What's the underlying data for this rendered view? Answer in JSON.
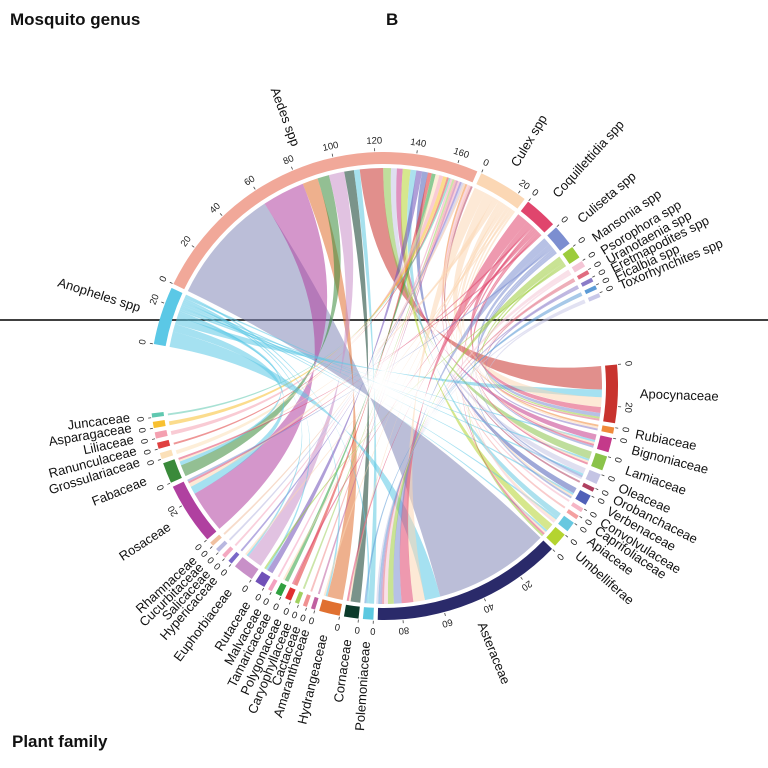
{
  "titles": {
    "top": "Mosquito genus",
    "panel": "B",
    "bottom": "Plant family"
  },
  "chart_data": {
    "type": "chord",
    "groups": [
      {
        "name": "Anopheles spp",
        "set": "mosquito",
        "total": 28,
        "color": "#5bc8e6",
        "ticks": [
          0,
          20
        ]
      },
      {
        "name": "Aedes spp",
        "set": "mosquito",
        "total": 170,
        "color": "#f1a899",
        "ticks": [
          0,
          20,
          40,
          60,
          80,
          100,
          120,
          140,
          160
        ]
      },
      {
        "name": "Culex spp",
        "set": "mosquito",
        "total": 24,
        "color": "#fbd7b4",
        "ticks": [
          0,
          20
        ]
      },
      {
        "name": "Coquillettidia spp",
        "set": "mosquito",
        "total": 16,
        "color": "#e0456d",
        "ticks": [
          0
        ]
      },
      {
        "name": "Culiseta spp",
        "set": "mosquito",
        "total": 10,
        "color": "#7c8ed0",
        "ticks": [
          0
        ]
      },
      {
        "name": "Mansonia spp",
        "set": "mosquito",
        "total": 6,
        "color": "#9ccc3c",
        "ticks": [
          0
        ]
      },
      {
        "name": "Psorophora spp",
        "set": "mosquito",
        "total": 3,
        "color": "#f4c6d6",
        "ticks": [
          0
        ]
      },
      {
        "name": "Uranotaenia spp",
        "set": "mosquito",
        "total": 2,
        "color": "#e06c80",
        "ticks": [
          0
        ]
      },
      {
        "name": "Eretmapodites spp",
        "set": "mosquito",
        "total": 2,
        "color": "#8a7cc8",
        "ticks": [
          0
        ]
      },
      {
        "name": "Ficalbia spp",
        "set": "mosquito",
        "total": 2,
        "color": "#5c9bd6",
        "ticks": [
          0
        ]
      },
      {
        "name": "Toxorhynchites spp",
        "set": "mosquito",
        "total": 2,
        "color": "#c8c8e8",
        "ticks": [
          0
        ]
      },
      {
        "name": "Apocynaceae",
        "set": "plant",
        "total": 28,
        "color": "#c8332e",
        "ticks": [
          0,
          20
        ]
      },
      {
        "name": "Rubiaceae",
        "set": "plant",
        "total": 3,
        "color": "#f08a3a",
        "ticks": [
          0
        ]
      },
      {
        "name": "Bignoniaceae",
        "set": "plant",
        "total": 7,
        "color": "#c43a8a",
        "ticks": [
          0
        ]
      },
      {
        "name": "Lamiaceae",
        "set": "plant",
        "total": 7,
        "color": "#8bc34a",
        "ticks": [
          0
        ]
      },
      {
        "name": "Oleaceae",
        "set": "plant",
        "total": 5,
        "color": "#c4c4e4",
        "ticks": [
          0
        ]
      },
      {
        "name": "Orobanchaceae",
        "set": "plant",
        "total": 2,
        "color": "#b04060",
        "ticks": [
          0
        ]
      },
      {
        "name": "Verbenaceae",
        "set": "plant",
        "total": 5,
        "color": "#5060b8",
        "ticks": [
          0
        ]
      },
      {
        "name": "Convolvulaceae",
        "set": "plant",
        "total": 2,
        "color": "#f6b6c6",
        "ticks": [
          0
        ]
      },
      {
        "name": "Caprifoliaceae",
        "set": "plant",
        "total": 2,
        "color": "#f4a0a0",
        "ticks": [
          0
        ]
      },
      {
        "name": "Apiaceae",
        "set": "plant",
        "total": 5,
        "color": "#67c8e0",
        "ticks": [
          0
        ]
      },
      {
        "name": "Umbelliferae",
        "set": "plant",
        "total": 7,
        "color": "#b4d430",
        "ticks": [
          0
        ]
      },
      {
        "name": "Asteraceae",
        "set": "plant",
        "total": 92,
        "color": "#2a2a6a",
        "ticks": [
          0,
          20,
          40,
          60,
          80
        ]
      },
      {
        "name": "Polemoniaceae",
        "set": "plant",
        "total": 5,
        "color": "#5cc8e0",
        "ticks": [
          0
        ]
      },
      {
        "name": "Cornaceae",
        "set": "plant",
        "total": 7,
        "color": "#0c3a2a",
        "ticks": [
          0
        ]
      },
      {
        "name": "Hydrangeaceae",
        "set": "plant",
        "total": 10,
        "color": "#e07030",
        "ticks": [
          0
        ]
      },
      {
        "name": "Amaranthaceae",
        "set": "plant",
        "total": 2,
        "color": "#c060a0",
        "ticks": [
          0
        ]
      },
      {
        "name": "Cactaceae",
        "set": "plant",
        "total": 2,
        "color": "#f09090",
        "ticks": [
          0
        ]
      },
      {
        "name": "Caryophyllaceae",
        "set": "plant",
        "total": 2,
        "color": "#a0d060",
        "ticks": [
          0
        ]
      },
      {
        "name": "Polygonaceae",
        "set": "plant",
        "total": 3,
        "color": "#e03030",
        "ticks": [
          0
        ]
      },
      {
        "name": "Tamaricaceae",
        "set": "plant",
        "total": 3,
        "color": "#30a040",
        "ticks": [
          0
        ]
      },
      {
        "name": "Malvaceae",
        "set": "plant",
        "total": 2,
        "color": "#f4a0c0",
        "ticks": [
          0
        ]
      },
      {
        "name": "Rutaceae",
        "set": "plant",
        "total": 5,
        "color": "#7050b8",
        "ticks": [
          0
        ]
      },
      {
        "name": "Euphorbiaceae",
        "set": "plant",
        "total": 10,
        "color": "#c890c8",
        "ticks": [
          0
        ]
      },
      {
        "name": "Hypericaceae",
        "set": "plant",
        "total": 2,
        "color": "#7a68c8",
        "ticks": [
          0
        ]
      },
      {
        "name": "Salicaceae",
        "set": "plant",
        "total": 2,
        "color": "#f4a8c0",
        "ticks": [
          0
        ]
      },
      {
        "name": "Cucurbitaceae",
        "set": "plant",
        "total": 2,
        "color": "#b8b8e0",
        "ticks": [
          0
        ]
      },
      {
        "name": "Rhamnaceae",
        "set": "plant",
        "total": 2,
        "color": "#f0c0a0",
        "ticks": [
          0
        ]
      },
      {
        "name": "Rosaceae",
        "set": "plant",
        "total": 30,
        "color": "#b040a0",
        "ticks": [
          0,
          20
        ]
      },
      {
        "name": "Fabaceae",
        "set": "plant",
        "total": 10,
        "color": "#3a8a3a",
        "ticks": [
          0
        ]
      },
      {
        "name": "Grossulariaceae",
        "set": "plant",
        "total": 3,
        "color": "#fbe0b8",
        "ticks": [
          0
        ]
      },
      {
        "name": "Ranunculaceae",
        "set": "plant",
        "total": 3,
        "color": "#e04040",
        "ticks": [
          0
        ]
      },
      {
        "name": "Liliaceae",
        "set": "plant",
        "total": 3,
        "color": "#f4a0b0",
        "ticks": [
          0
        ]
      },
      {
        "name": "Asparagaceae",
        "set": "plant",
        "total": 3,
        "color": "#f8c030",
        "ticks": [
          0
        ]
      },
      {
        "name": "Juncaceae",
        "set": "plant",
        "total": 2,
        "color": "#60c8b0",
        "ticks": [
          0
        ]
      }
    ],
    "links": [
      {
        "source": "Aedes spp",
        "target": "Asteraceae",
        "value": 60
      },
      {
        "source": "Aedes spp",
        "target": "Rosaceae",
        "value": 22
      },
      {
        "source": "Aedes spp",
        "target": "Hydrangeaceae",
        "value": 8
      },
      {
        "source": "Aedes spp",
        "target": "Fabaceae",
        "value": 6
      },
      {
        "source": "Aedes spp",
        "target": "Euphorbiaceae",
        "value": 8
      },
      {
        "source": "Aedes spp",
        "target": "Cornaceae",
        "value": 5
      },
      {
        "source": "Aedes spp",
        "target": "Polemoniaceae",
        "value": 3
      },
      {
        "source": "Aedes spp",
        "target": "Apocynaceae",
        "value": 12
      },
      {
        "source": "Aedes spp",
        "target": "Lamiaceae",
        "value": 4
      },
      {
        "source": "Aedes spp",
        "target": "Oleaceae",
        "value": 3
      },
      {
        "source": "Aedes spp",
        "target": "Bignoniaceae",
        "value": 3
      },
      {
        "source": "Aedes spp",
        "target": "Umbelliferae",
        "value": 4
      },
      {
        "source": "Aedes spp",
        "target": "Apiaceae",
        "value": 3
      },
      {
        "source": "Aedes spp",
        "target": "Rutaceae",
        "value": 3
      },
      {
        "source": "Aedes spp",
        "target": "Verbenaceae",
        "value": 3
      },
      {
        "source": "Aedes spp",
        "target": "Polygonaceae",
        "value": 2
      },
      {
        "source": "Aedes spp",
        "target": "Tamaricaceae",
        "value": 2
      },
      {
        "source": "Aedes spp",
        "target": "Grossulariaceae",
        "value": 2
      },
      {
        "source": "Aedes spp",
        "target": "Liliaceae",
        "value": 2
      },
      {
        "source": "Aedes spp",
        "target": "Asparagaceae",
        "value": 2
      },
      {
        "source": "Aedes spp",
        "target": "Ranunculaceae",
        "value": 1
      },
      {
        "source": "Aedes spp",
        "target": "Juncaceae",
        "value": 1
      },
      {
        "source": "Aedes spp",
        "target": "Malvaceae",
        "value": 1
      },
      {
        "source": "Aedes spp",
        "target": "Caryophyllaceae",
        "value": 1
      },
      {
        "source": "Aedes spp",
        "target": "Cactaceae",
        "value": 1
      },
      {
        "source": "Aedes spp",
        "target": "Amaranthaceae",
        "value": 1
      },
      {
        "source": "Aedes spp",
        "target": "Salicaceae",
        "value": 1
      },
      {
        "source": "Aedes spp",
        "target": "Hypericaceae",
        "value": 1
      },
      {
        "source": "Aedes spp",
        "target": "Cucurbitaceae",
        "value": 1
      },
      {
        "source": "Aedes spp",
        "target": "Rhamnaceae",
        "value": 1
      },
      {
        "source": "Aedes spp",
        "target": "Rubiaceae",
        "value": 1
      },
      {
        "source": "Aedes spp",
        "target": "Convolvulaceae",
        "value": 1
      },
      {
        "source": "Aedes spp",
        "target": "Caprifoliaceae",
        "value": 1
      },
      {
        "source": "Aedes spp",
        "target": "Orobanchaceae",
        "value": 1
      },
      {
        "source": "Anopheles spp",
        "target": "Asteraceae",
        "value": 8
      },
      {
        "source": "Anopheles spp",
        "target": "Rosaceae",
        "value": 4
      },
      {
        "source": "Anopheles spp",
        "target": "Apocynaceae",
        "value": 4
      },
      {
        "source": "Anopheles spp",
        "target": "Fabaceae",
        "value": 2
      },
      {
        "source": "Anopheles spp",
        "target": "Euphorbiaceae",
        "value": 1
      },
      {
        "source": "Anopheles spp",
        "target": "Lamiaceae",
        "value": 1
      },
      {
        "source": "Anopheles spp",
        "target": "Bignoniaceae",
        "value": 1
      },
      {
        "source": "Anopheles spp",
        "target": "Umbelliferae",
        "value": 1
      },
      {
        "source": "Anopheles spp",
        "target": "Apiaceae",
        "value": 1
      },
      {
        "source": "Anopheles spp",
        "target": "Verbenaceae",
        "value": 1
      },
      {
        "source": "Anopheles spp",
        "target": "Rutaceae",
        "value": 1
      },
      {
        "source": "Anopheles spp",
        "target": "Hydrangeaceae",
        "value": 1
      },
      {
        "source": "Anopheles spp",
        "target": "Oleaceae",
        "value": 1
      },
      {
        "source": "Anopheles spp",
        "target": "Polemoniaceae",
        "value": 1
      },
      {
        "source": "Culex spp",
        "target": "Asteraceae",
        "value": 6
      },
      {
        "source": "Culex spp",
        "target": "Apocynaceae",
        "value": 5
      },
      {
        "source": "Culex spp",
        "target": "Rosaceae",
        "value": 2
      },
      {
        "source": "Culex spp",
        "target": "Fabaceae",
        "value": 1
      },
      {
        "source": "Culex spp",
        "target": "Umbelliferae",
        "value": 1
      },
      {
        "source": "Culex spp",
        "target": "Lamiaceae",
        "value": 1
      },
      {
        "source": "Culex spp",
        "target": "Bignoniaceae",
        "value": 1
      },
      {
        "source": "Culex spp",
        "target": "Hydrangeaceae",
        "value": 1
      },
      {
        "source": "Culex spp",
        "target": "Cornaceae",
        "value": 1
      },
      {
        "source": "Culex spp",
        "target": "Apiaceae",
        "value": 1
      },
      {
        "source": "Culex spp",
        "target": "Tamaricaceae",
        "value": 1
      },
      {
        "source": "Culex spp",
        "target": "Rubiaceae",
        "value": 1
      },
      {
        "source": "Culex spp",
        "target": "Euphorbiaceae",
        "value": 1
      },
      {
        "source": "Culex spp",
        "target": "Verbenaceae",
        "value": 1
      },
      {
        "source": "Coquillettidia spp",
        "target": "Asteraceae",
        "value": 6
      },
      {
        "source": "Coquillettidia spp",
        "target": "Apocynaceae",
        "value": 3
      },
      {
        "source": "Coquillettidia spp",
        "target": "Rosaceae",
        "value": 1
      },
      {
        "source": "Coquillettidia spp",
        "target": "Umbelliferae",
        "value": 1
      },
      {
        "source": "Coquillettidia spp",
        "target": "Cornaceae",
        "value": 1
      },
      {
        "source": "Coquillettidia spp",
        "target": "Polygonaceae",
        "value": 1
      },
      {
        "source": "Coquillettidia spp",
        "target": "Bignoniaceae",
        "value": 1
      },
      {
        "source": "Coquillettidia spp",
        "target": "Lamiaceae",
        "value": 1
      },
      {
        "source": "Coquillettidia spp",
        "target": "Fabaceae",
        "value": 1
      },
      {
        "source": "Culiseta spp",
        "target": "Asteraceae",
        "value": 4
      },
      {
        "source": "Culiseta spp",
        "target": "Apocynaceae",
        "value": 2
      },
      {
        "source": "Culiseta spp",
        "target": "Rosaceae",
        "value": 1
      },
      {
        "source": "Culiseta spp",
        "target": "Bignoniaceae",
        "value": 1
      },
      {
        "source": "Culiseta spp",
        "target": "Oleaceae",
        "value": 1
      },
      {
        "source": "Culiseta spp",
        "target": "Verbenaceae",
        "value": 1
      },
      {
        "source": "Mansonia spp",
        "target": "Asteraceae",
        "value": 3
      },
      {
        "source": "Mansonia spp",
        "target": "Apocynaceae",
        "value": 1
      },
      {
        "source": "Mansonia spp",
        "target": "Umbelliferae",
        "value": 1
      },
      {
        "source": "Mansonia spp",
        "target": "Rutaceae",
        "value": 1
      },
      {
        "source": "Psorophora spp",
        "target": "Asteraceae",
        "value": 2
      },
      {
        "source": "Psorophora spp",
        "target": "Apiaceae",
        "value": 1
      },
      {
        "source": "Uranotaenia spp",
        "target": "Asteraceae",
        "value": 1
      },
      {
        "source": "Uranotaenia spp",
        "target": "Apocynaceae",
        "value": 1
      },
      {
        "source": "Eretmapodites spp",
        "target": "Asteraceae",
        "value": 1
      },
      {
        "source": "Eretmapodites spp",
        "target": "Rubiaceae",
        "value": 1
      },
      {
        "source": "Ficalbia spp",
        "target": "Asteraceae",
        "value": 1
      },
      {
        "source": "Ficalbia spp",
        "target": "Polemoniaceae",
        "value": 1
      },
      {
        "source": "Toxorhynchites spp",
        "target": "Asteraceae",
        "value": 1
      },
      {
        "source": "Toxorhynchites spp",
        "target": "Oleaceae",
        "value": 1
      }
    ]
  }
}
